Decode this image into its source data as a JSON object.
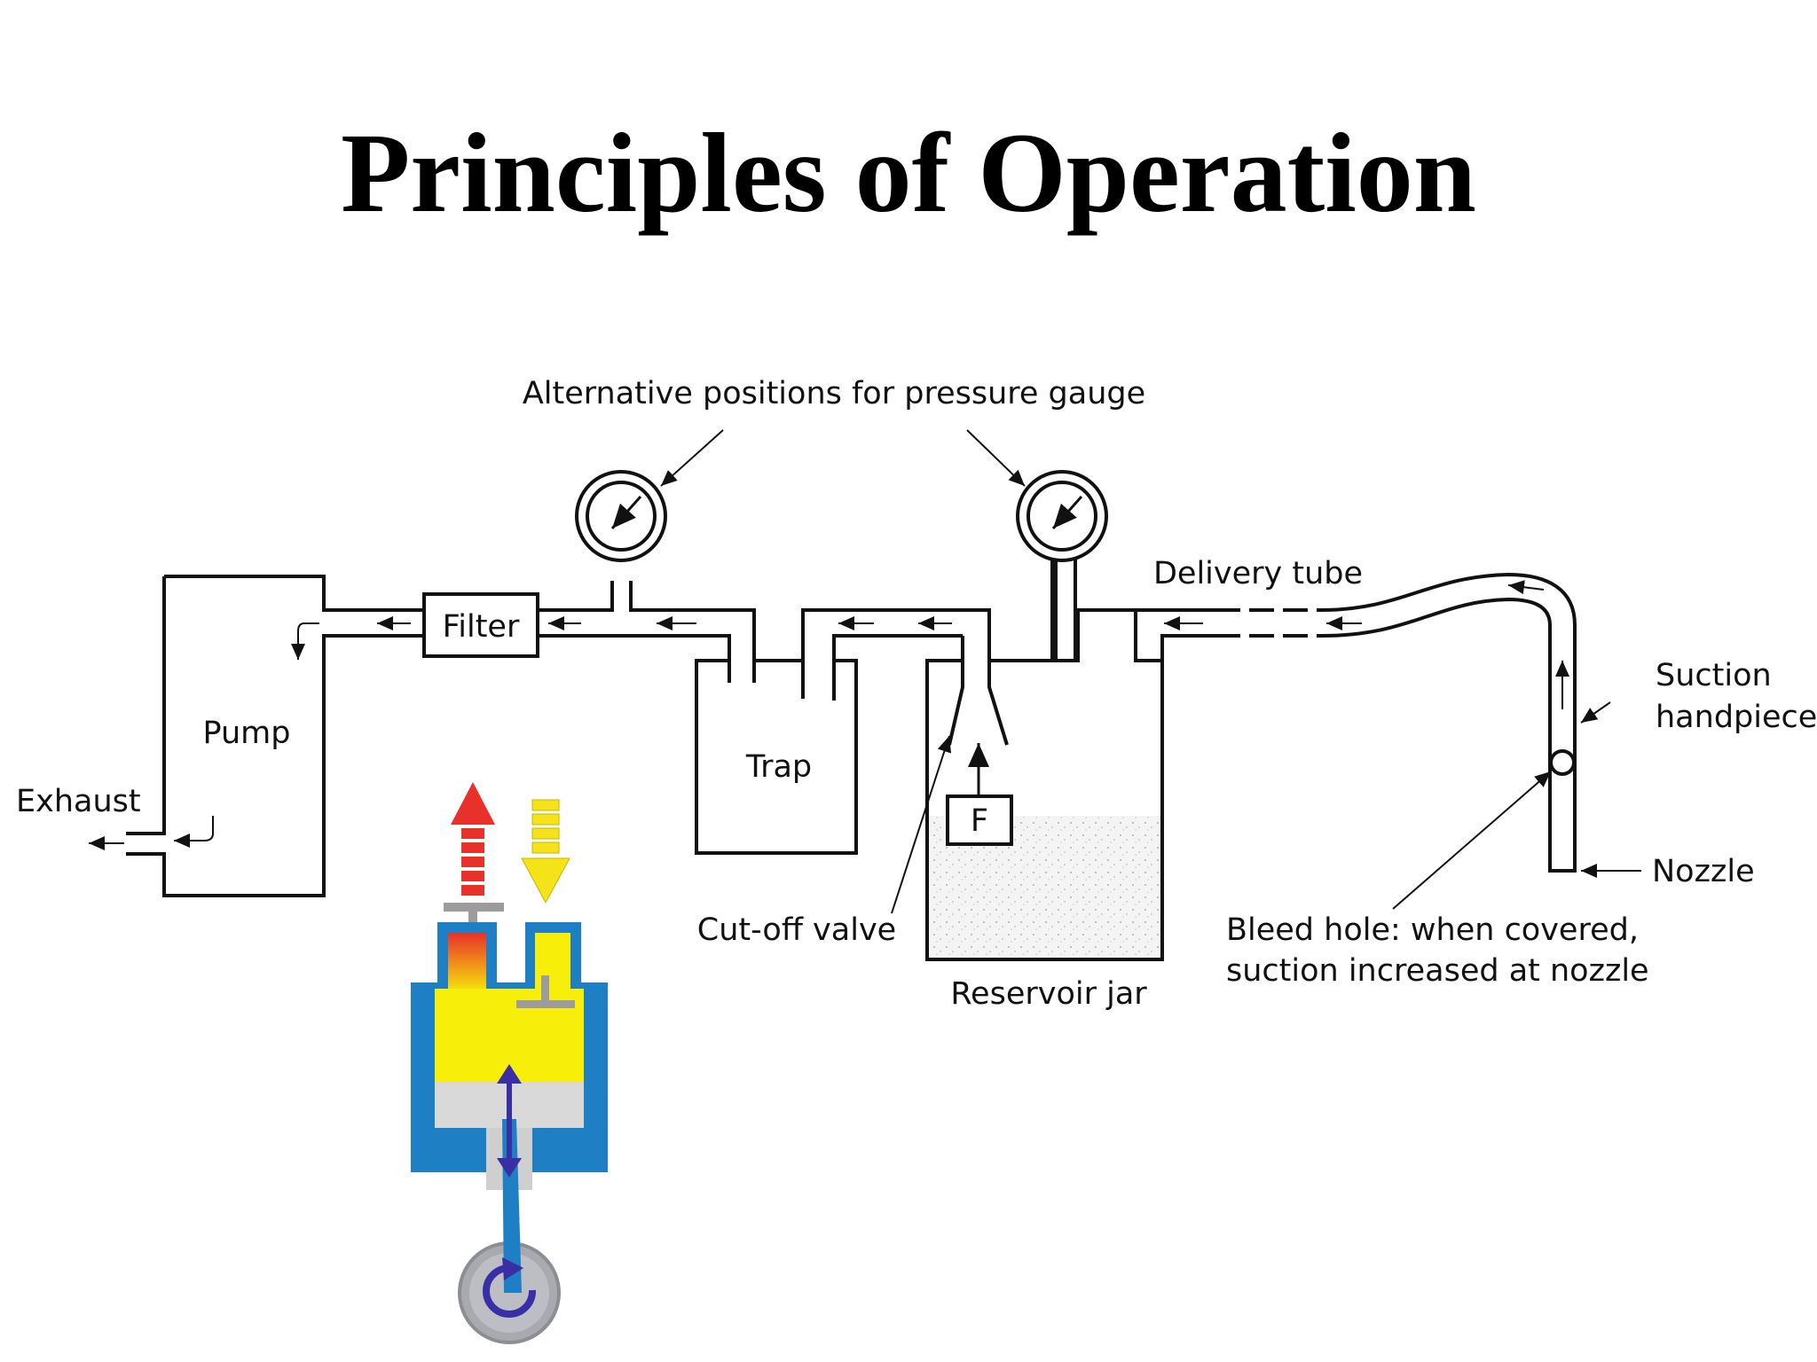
{
  "slide": {
    "title": "Principles of Operation"
  },
  "diagram": {
    "labels": {
      "gauge_note": "Alternative positions for pressure gauge",
      "filter": "Filter",
      "pump": "Pump",
      "exhaust": "Exhaust",
      "trap": "Trap",
      "cutoff_valve": "Cut-off valve",
      "float": "F",
      "reservoir": "Reservoir jar",
      "delivery_tube": "Delivery tube",
      "suction_line1": "Suction",
      "suction_line2": "handpiece",
      "nozzle": "Nozzle",
      "bleed_line1": "Bleed hole: when covered,",
      "bleed_line2": "suction increased at nozzle"
    }
  },
  "colors": {
    "line": "#111111",
    "exhaust_arrow": "#e8312b",
    "intake_arrow": "#f5e31a",
    "cylinder": "#1f7fc4",
    "chamber": "#f7ef0a",
    "piston": "#d9d9d9",
    "crank": "#a9a9b0",
    "motion_arrow": "#3a2ea6"
  }
}
